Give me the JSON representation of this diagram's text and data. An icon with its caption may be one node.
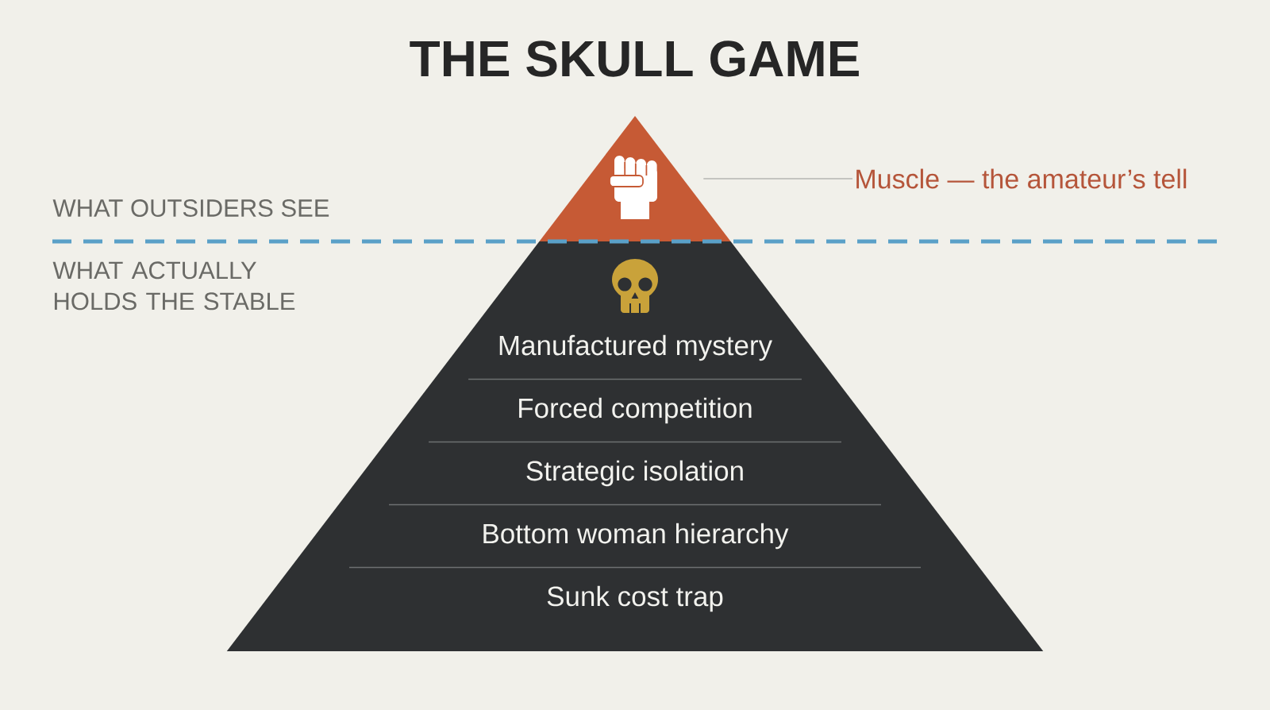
{
  "diagram": {
    "title": "THE SKULL GAME",
    "nodes": [
      {
        "text": [],
        "shape": "triangle"
      },
      {
        "text": [
          "Muscle — the amateur’s tell"
        ]
      },
      {
        "text": [],
        "shape": "trapezoid"
      },
      {
        "text": [
          "Manufactured mystery"
        ],
        "in": 2
      },
      {
        "text": [
          "Forced competition"
        ],
        "in": 2
      },
      {
        "text": [
          "Strategic isolation"
        ],
        "in": 2
      },
      {
        "text": [
          "Bottom woman hierarchy"
        ],
        "in": 2
      },
      {
        "text": [
          "Sunk cost trap"
        ],
        "in": 2
      }
    ],
    "edges": [
      {
        "from": 1,
        "to": 0,
        "arrow": "none"
      }
    ],
    "labels": [
      "WHAT OUTSIDERS SEE",
      "WHAT ACTUALLY HOLDS THE STABLE"
    ]
  }
}
